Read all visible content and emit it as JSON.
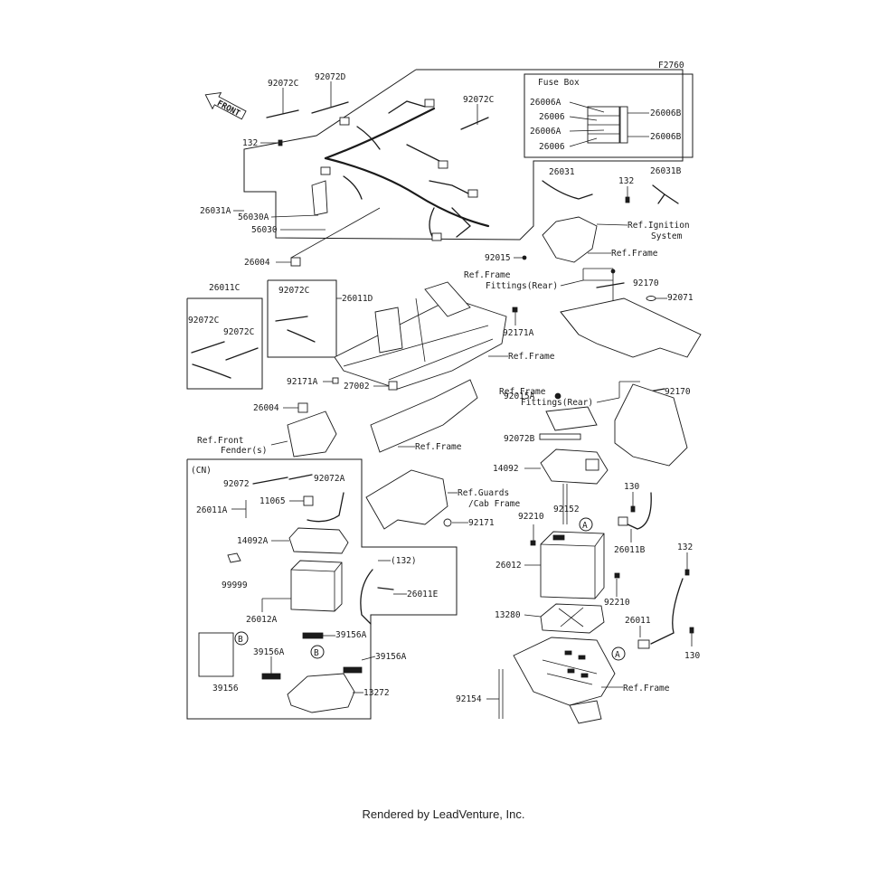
{
  "diagram_code": "F2760",
  "front_label": "FRONT",
  "fuse_box_title": "Fuse Box",
  "cn_label": "(CN)",
  "footer": "Rendered by LeadVenture, Inc.",
  "markers": {
    "a": "A",
    "b": "B"
  },
  "labels": {
    "l92072c_a": "92072C",
    "l92072d": "92072D",
    "l92072c_b": "92072C",
    "l132_a": "132",
    "l26031a": "26031A",
    "l56030a": "56030A",
    "l56030": "56030",
    "l26004_a": "26004",
    "l92015": "92015",
    "f26006a_1": "26006A",
    "f26006_1": "26006",
    "f26006a_2": "26006A",
    "f26006_2": "26006",
    "f26006b_1": "26006B",
    "f26006b_2": "26006B",
    "l26031": "26031",
    "l132_b": "132",
    "l26031b": "26031B",
    "ref_ignition_1": "Ref.Ignition",
    "ref_ignition_2": "System",
    "ref_frame_1": "Ref.Frame",
    "l26011c": "26011C",
    "l92072c_c": "92072C",
    "l26011d": "26011D",
    "l92072c_d": "92072C",
    "l92072c_e": "92072C",
    "ref_frame_fit_1a": "Ref.Frame",
    "ref_frame_fit_1b": "Fittings(Rear)",
    "l92170_a": "92170",
    "l92071": "92071",
    "l92171a_a": "92171A",
    "ref_frame_2": "Ref.Frame",
    "l92171a_b": "92171A",
    "l26004_b": "26004",
    "ref_front_fender_1": "Ref.Front",
    "ref_front_fender_2": "Fender(s)",
    "l27002": "27002",
    "ref_frame_3": "Ref.Frame",
    "ref_frame_fit_2a": "Ref.Frame",
    "ref_frame_fit_2b": "Fittings(Rear)",
    "l92170_b": "92170",
    "l92015a": "92015A",
    "l92072b": "92072B",
    "l92072": "92072",
    "l92072a": "92072A",
    "l26011a": "26011A",
    "l11065": "11065",
    "ref_guards_1": "Ref.Guards",
    "ref_guards_2": "/Cab Frame",
    "l92171": "92171",
    "l14092": "14092",
    "l130_a": "130",
    "l92210_a": "92210",
    "l92152": "92152",
    "l26011b": "26011B",
    "l14092a": "14092A",
    "l132_c": "(132)",
    "l99999": "99999",
    "l26011e": "26011E",
    "l26012a": "26012A",
    "l26012": "26012",
    "l92210_b": "92210",
    "l132_d": "132",
    "l13280": "13280",
    "l26011": "26011",
    "l130_b": "130",
    "l39156a_a": "39156A",
    "l39156a_b": "39156A",
    "l39156a_c": "39156A",
    "l39156": "39156",
    "l13272": "13272",
    "l92154": "92154",
    "ref_frame_4": "Ref.Frame"
  }
}
